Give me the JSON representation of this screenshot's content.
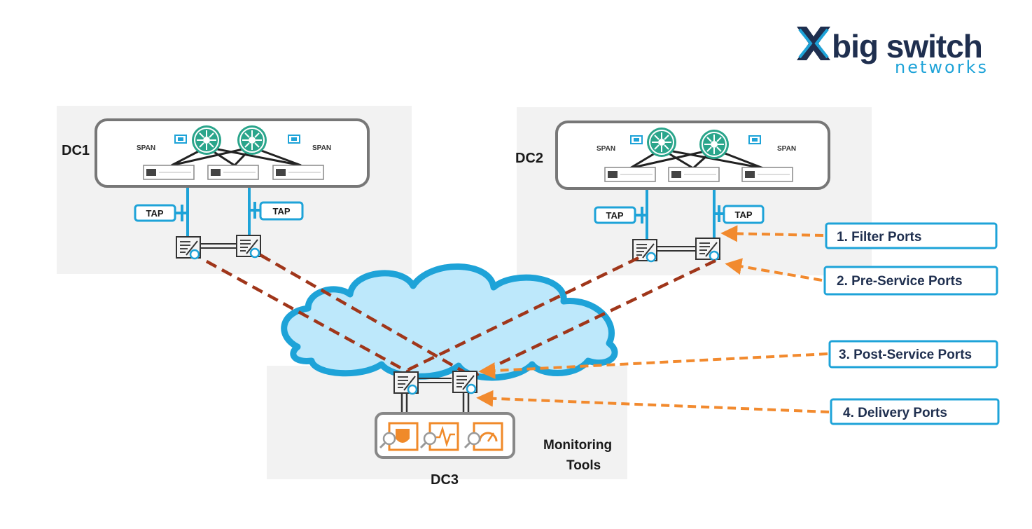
{
  "logo": {
    "name": "big switch",
    "sub": "networks"
  },
  "datacenters": {
    "dc1": {
      "label": "DC1",
      "span_left": "SPAN",
      "span_right": "SPAN",
      "tap_left": "TAP",
      "tap_right": "TAP"
    },
    "dc2": {
      "label": "DC2",
      "span_left": "SPAN",
      "span_right": "SPAN",
      "tap_left": "TAP",
      "tap_right": "TAP"
    },
    "dc3": {
      "label": "DC3"
    }
  },
  "monitoring": {
    "line1": "Monitoring",
    "line2": "Tools"
  },
  "callouts": [
    "1. Filter Ports",
    "2. Pre-Service Ports",
    "3. Post-Service Ports",
    "4. Delivery Ports"
  ],
  "colors": {
    "accent_blue": "#1ea3d8",
    "dashed_link": "#a0361a",
    "callout_arrow": "#f28a2e",
    "cloud_fill": "#bde8fb",
    "tool_orange": "#f08a2a"
  },
  "icons": [
    "fabric-switch-icon",
    "monitor-switch-icon",
    "span-port-icon",
    "security-tool-icon",
    "performance-tool-icon",
    "speed-tool-icon",
    "logo-x-icon"
  ]
}
